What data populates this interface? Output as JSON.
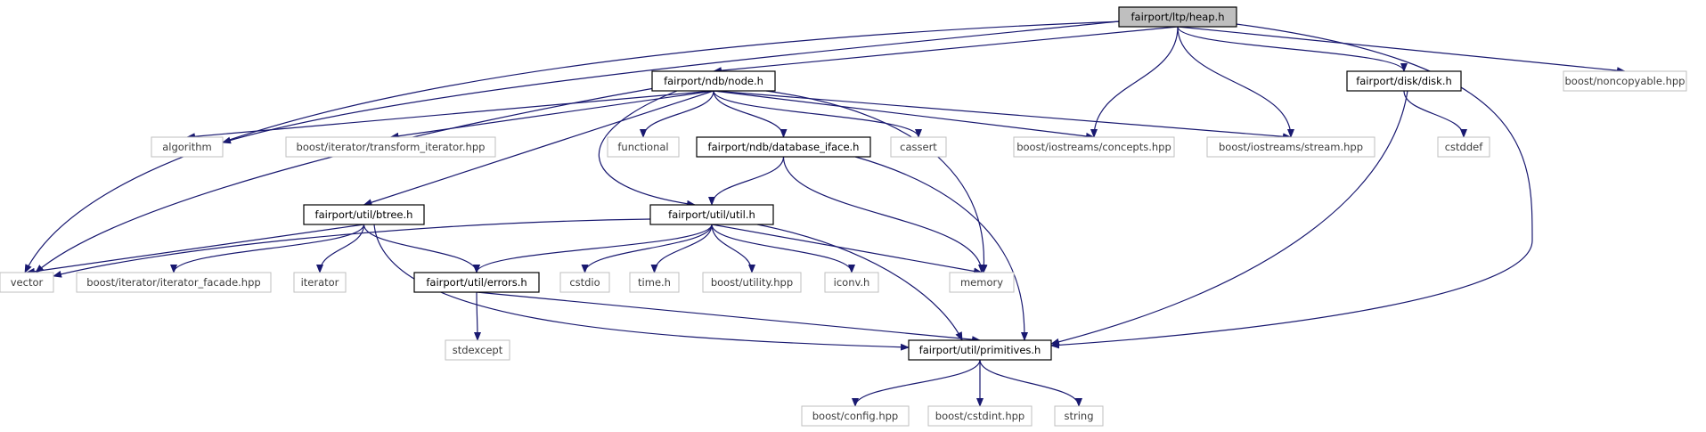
{
  "diagram": {
    "colors": {
      "edge": "#191970",
      "root_fill": "#bfbfbf",
      "file_border": "#000000",
      "external_border": "#bfbfbf"
    },
    "nodes": [
      {
        "id": "heap",
        "label": "fairport/ltp/heap.h",
        "kind": "root"
      },
      {
        "id": "node",
        "label": "fairport/ndb/node.h",
        "kind": "file"
      },
      {
        "id": "disk",
        "label": "fairport/disk/disk.h",
        "kind": "file"
      },
      {
        "id": "noncopyable",
        "label": "boost/noncopyable.hpp",
        "kind": "ext"
      },
      {
        "id": "algorithm",
        "label": "algorithm",
        "kind": "ext"
      },
      {
        "id": "transform_iterator",
        "label": "boost/iterator/transform_iterator.hpp",
        "kind": "ext"
      },
      {
        "id": "functional",
        "label": "functional",
        "kind": "ext"
      },
      {
        "id": "database_iface",
        "label": "fairport/ndb/database_iface.h",
        "kind": "file"
      },
      {
        "id": "cassert",
        "label": "cassert",
        "kind": "ext"
      },
      {
        "id": "concepts",
        "label": "boost/iostreams/concepts.hpp",
        "kind": "ext"
      },
      {
        "id": "stream",
        "label": "boost/iostreams/stream.hpp",
        "kind": "ext"
      },
      {
        "id": "cstddef",
        "label": "cstddef",
        "kind": "ext"
      },
      {
        "id": "btree",
        "label": "fairport/util/btree.h",
        "kind": "file"
      },
      {
        "id": "util",
        "label": "fairport/util/util.h",
        "kind": "file"
      },
      {
        "id": "vector",
        "label": "vector",
        "kind": "ext"
      },
      {
        "id": "iterator_facade",
        "label": "boost/iterator/iterator_facade.hpp",
        "kind": "ext"
      },
      {
        "id": "iterator",
        "label": "iterator",
        "kind": "ext"
      },
      {
        "id": "errors",
        "label": "fairport/util/errors.h",
        "kind": "file"
      },
      {
        "id": "cstdio",
        "label": "cstdio",
        "kind": "ext"
      },
      {
        "id": "time",
        "label": "time.h",
        "kind": "ext"
      },
      {
        "id": "utility",
        "label": "boost/utility.hpp",
        "kind": "ext"
      },
      {
        "id": "iconv",
        "label": "iconv.h",
        "kind": "ext"
      },
      {
        "id": "memory",
        "label": "memory",
        "kind": "ext"
      },
      {
        "id": "stdexcept",
        "label": "stdexcept",
        "kind": "ext"
      },
      {
        "id": "primitives",
        "label": "fairport/util/primitives.h",
        "kind": "file"
      },
      {
        "id": "config",
        "label": "boost/config.hpp",
        "kind": "ext"
      },
      {
        "id": "cstdint",
        "label": "boost/cstdint.hpp",
        "kind": "ext"
      },
      {
        "id": "string",
        "label": "string",
        "kind": "ext"
      }
    ],
    "edges": [
      [
        "heap",
        "node"
      ],
      [
        "heap",
        "disk"
      ],
      [
        "heap",
        "noncopyable"
      ],
      [
        "heap",
        "algorithm"
      ],
      [
        "heap",
        "vector"
      ],
      [
        "heap",
        "concepts"
      ],
      [
        "heap",
        "stream"
      ],
      [
        "heap",
        "primitives"
      ],
      [
        "node",
        "algorithm"
      ],
      [
        "node",
        "transform_iterator"
      ],
      [
        "node",
        "functional"
      ],
      [
        "node",
        "database_iface"
      ],
      [
        "node",
        "cassert"
      ],
      [
        "node",
        "concepts"
      ],
      [
        "node",
        "stream"
      ],
      [
        "node",
        "vector"
      ],
      [
        "node",
        "btree"
      ],
      [
        "node",
        "util"
      ],
      [
        "node",
        "memory"
      ],
      [
        "disk",
        "cstddef"
      ],
      [
        "disk",
        "primitives"
      ],
      [
        "database_iface",
        "util"
      ],
      [
        "database_iface",
        "memory"
      ],
      [
        "database_iface",
        "primitives"
      ],
      [
        "btree",
        "vector"
      ],
      [
        "btree",
        "iterator_facade"
      ],
      [
        "btree",
        "iterator"
      ],
      [
        "btree",
        "errors"
      ],
      [
        "btree",
        "primitives"
      ],
      [
        "util",
        "vector"
      ],
      [
        "util",
        "errors"
      ],
      [
        "util",
        "cstdio"
      ],
      [
        "util",
        "time"
      ],
      [
        "util",
        "utility"
      ],
      [
        "util",
        "iconv"
      ],
      [
        "util",
        "memory"
      ],
      [
        "util",
        "primitives"
      ],
      [
        "errors",
        "stdexcept"
      ],
      [
        "errors",
        "primitives"
      ],
      [
        "primitives",
        "config"
      ],
      [
        "primitives",
        "cstdint"
      ],
      [
        "primitives",
        "string"
      ]
    ]
  }
}
